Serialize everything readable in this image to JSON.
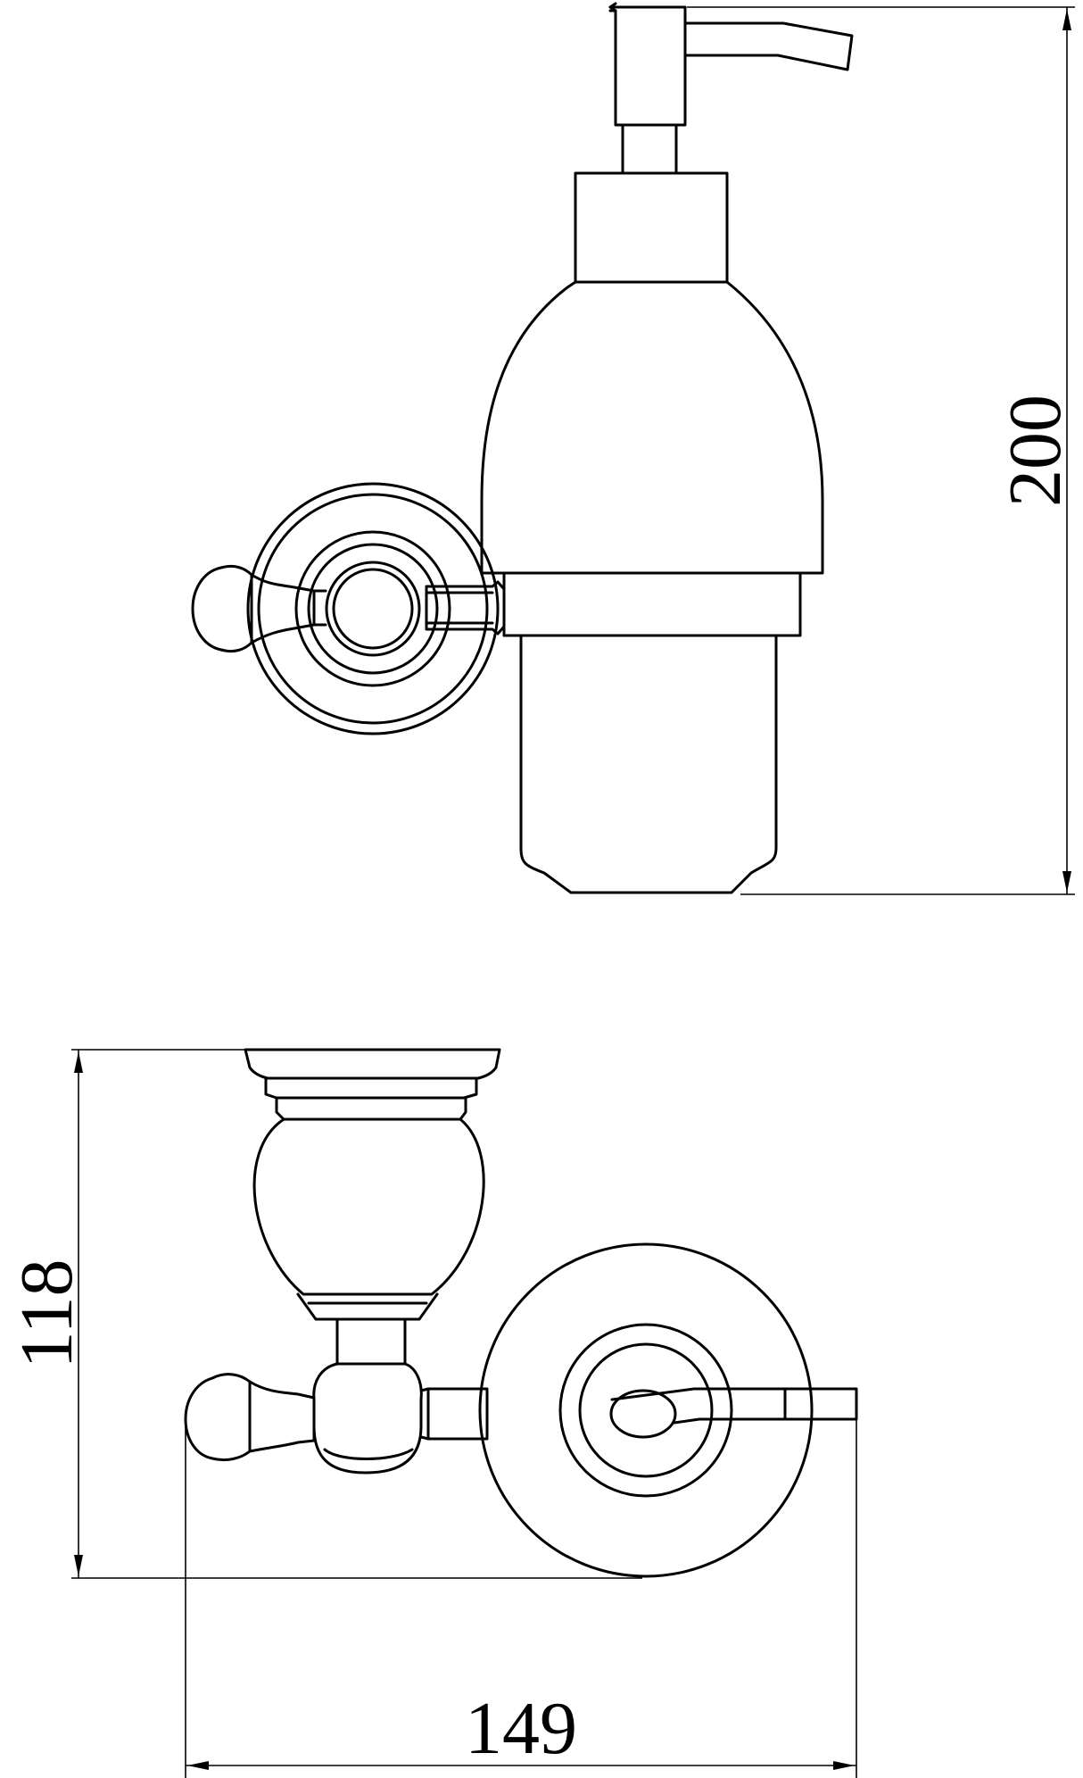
{
  "drawing": {
    "views": [
      "side-view",
      "top-view"
    ],
    "line_color": "#000000",
    "background": "#ffffff"
  },
  "dimensions": {
    "height": "200",
    "depth": "118",
    "width": "149"
  }
}
